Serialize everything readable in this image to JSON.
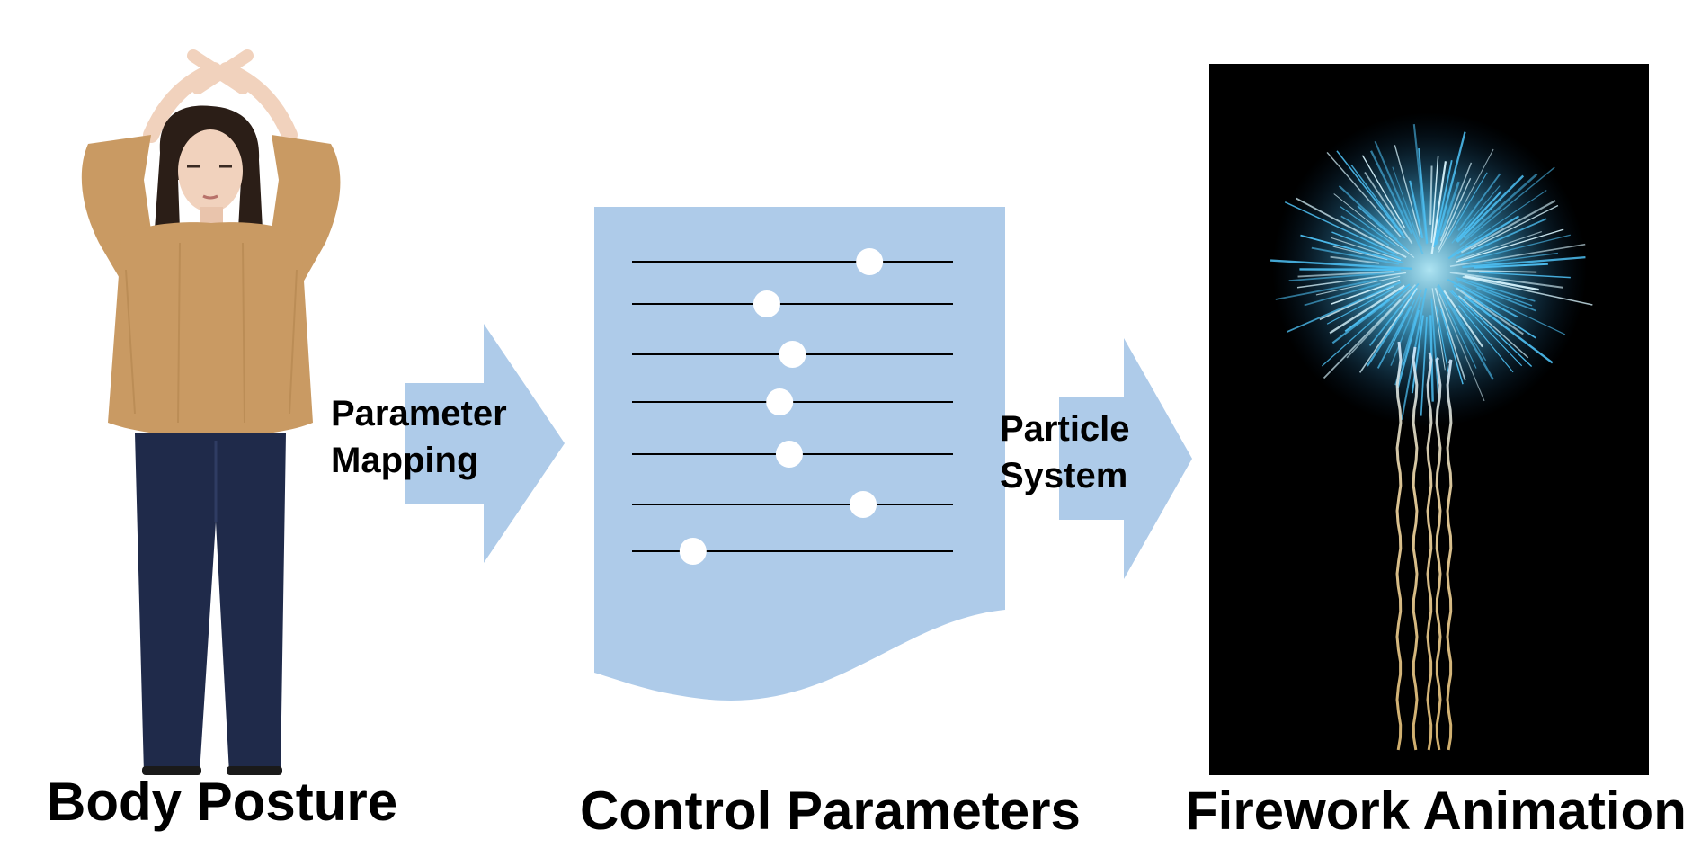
{
  "captions": {
    "body_posture": "Body Posture",
    "control_parameters": "Control Parameters",
    "firework_animation": "Firework Animation"
  },
  "arrows": {
    "parameter_mapping": [
      "Parameter",
      "Mapping"
    ],
    "particle_system": [
      "Particle",
      "System"
    ]
  },
  "sliders": [
    {
      "value": 0.74
    },
    {
      "value": 0.42
    },
    {
      "value": 0.5
    },
    {
      "value": 0.46
    },
    {
      "value": 0.49
    },
    {
      "value": 0.72
    },
    {
      "value": 0.19
    }
  ],
  "colors": {
    "panel": "#aecbe9",
    "arrow": "#aecbe9",
    "track": "#000000",
    "knob": "#ffffff",
    "firework_bg": "#000000",
    "firework_burst": "#4fc3f7",
    "firework_trail": "#f3d9a4",
    "sweater": "#c99a63",
    "jeans": "#1f2a4a",
    "skin": "#f1d2bd",
    "hair": "#2b1e17"
  }
}
